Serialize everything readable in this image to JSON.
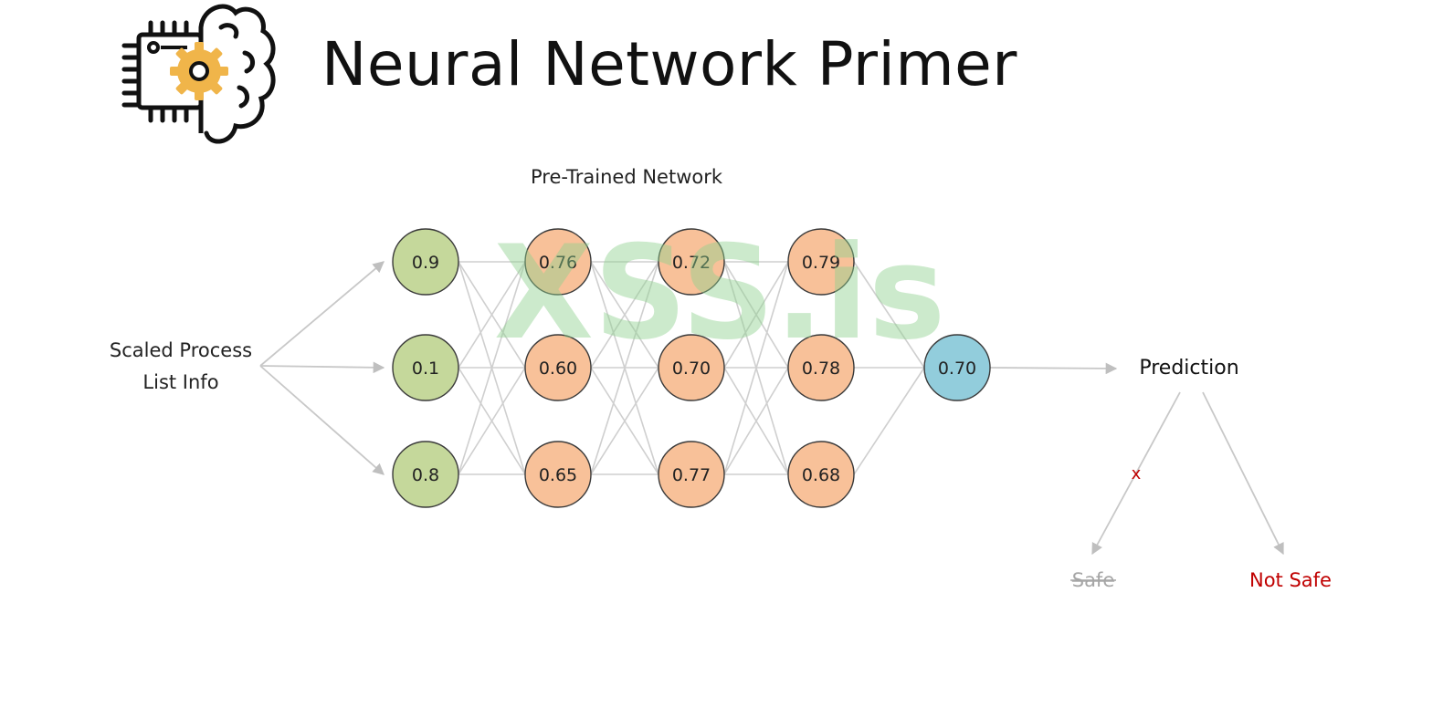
{
  "title": "Neural Network Primer",
  "logo": {
    "icon": "ai-brain-chip-icon",
    "accent_color": "#F0B54A"
  },
  "diagram": {
    "network_label": "Pre-Trained Network",
    "input_label_line1": "Scaled Process",
    "input_label_line2": "List Info",
    "layers": [
      {
        "role": "input",
        "color": "#C5D89B",
        "values": [
          "0.9",
          "0.1",
          "0.8"
        ]
      },
      {
        "role": "hidden",
        "color": "#F8C199",
        "values": [
          "0.76",
          "0.60",
          "0.65"
        ]
      },
      {
        "role": "hidden",
        "color": "#F8C199",
        "values": [
          "0.72",
          "0.70",
          "0.77"
        ]
      },
      {
        "role": "hidden",
        "color": "#F8C199",
        "values": [
          "0.79",
          "0.78",
          "0.68"
        ]
      },
      {
        "role": "output",
        "color": "#92CDDC",
        "values": [
          "0.70"
        ]
      }
    ],
    "prediction_label": "Prediction",
    "outcome_safe": "Safe",
    "outcome_not_safe": "Not Safe",
    "rejected_mark": "x",
    "not_safe_color": "#C00000",
    "safe_color": "#A6A6A6"
  },
  "watermark": {
    "text": "XSS.is",
    "color": "#8FD18F"
  }
}
